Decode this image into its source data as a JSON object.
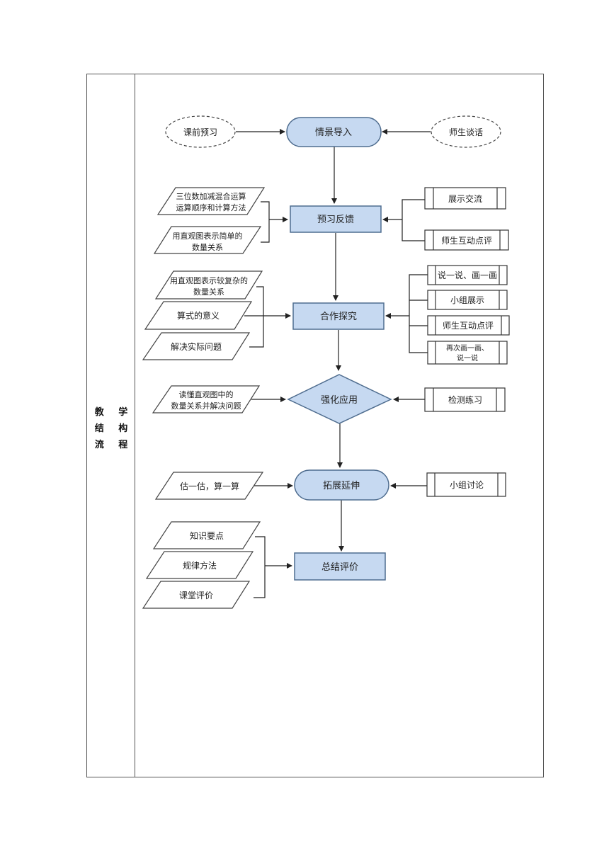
{
  "side_label": [
    "教 学",
    "结 构",
    "流 程"
  ],
  "main": {
    "n1": "情景导入",
    "n2": "预习反馈",
    "n3": "合作探究",
    "n4": "强化应用",
    "n5": "拓展延伸",
    "n6": "总结评价"
  },
  "inputs": {
    "pre_study": "课前预习",
    "teacher_talk": "师生谈话",
    "mixed_ops": [
      "三位数加减混合运算",
      "运算顺序和计算方法"
    ],
    "simple_relation": [
      "用直观图表示简单的",
      "数量关系"
    ],
    "complex_relation": [
      "用直观图表示较复杂的",
      "数量关系"
    ],
    "formula_meaning": "算式的意义",
    "solve_problem": "解决实际问题",
    "read_diagram": [
      "读懂直观图中的",
      "数量关系并解决问题"
    ],
    "estimate": "估一估，算一算",
    "knowledge": "知识要点",
    "method": "规律方法",
    "class_eval": "课堂评价"
  },
  "side_boxes": {
    "show_exchange": "展示交流",
    "peer_review_1": "师生互动点评",
    "say_draw": "说一说、画一画",
    "group_show": "小组展示",
    "peer_review_2": "师生互动点评",
    "draw_again": [
      "再次画一画、",
      "说一说"
    ],
    "practice": "检测练习",
    "group_discuss": "小组讨论"
  },
  "colors": {
    "node_fill": "#c6d9f1",
    "node_stroke": "#4f6d8f",
    "line": "#222222"
  }
}
